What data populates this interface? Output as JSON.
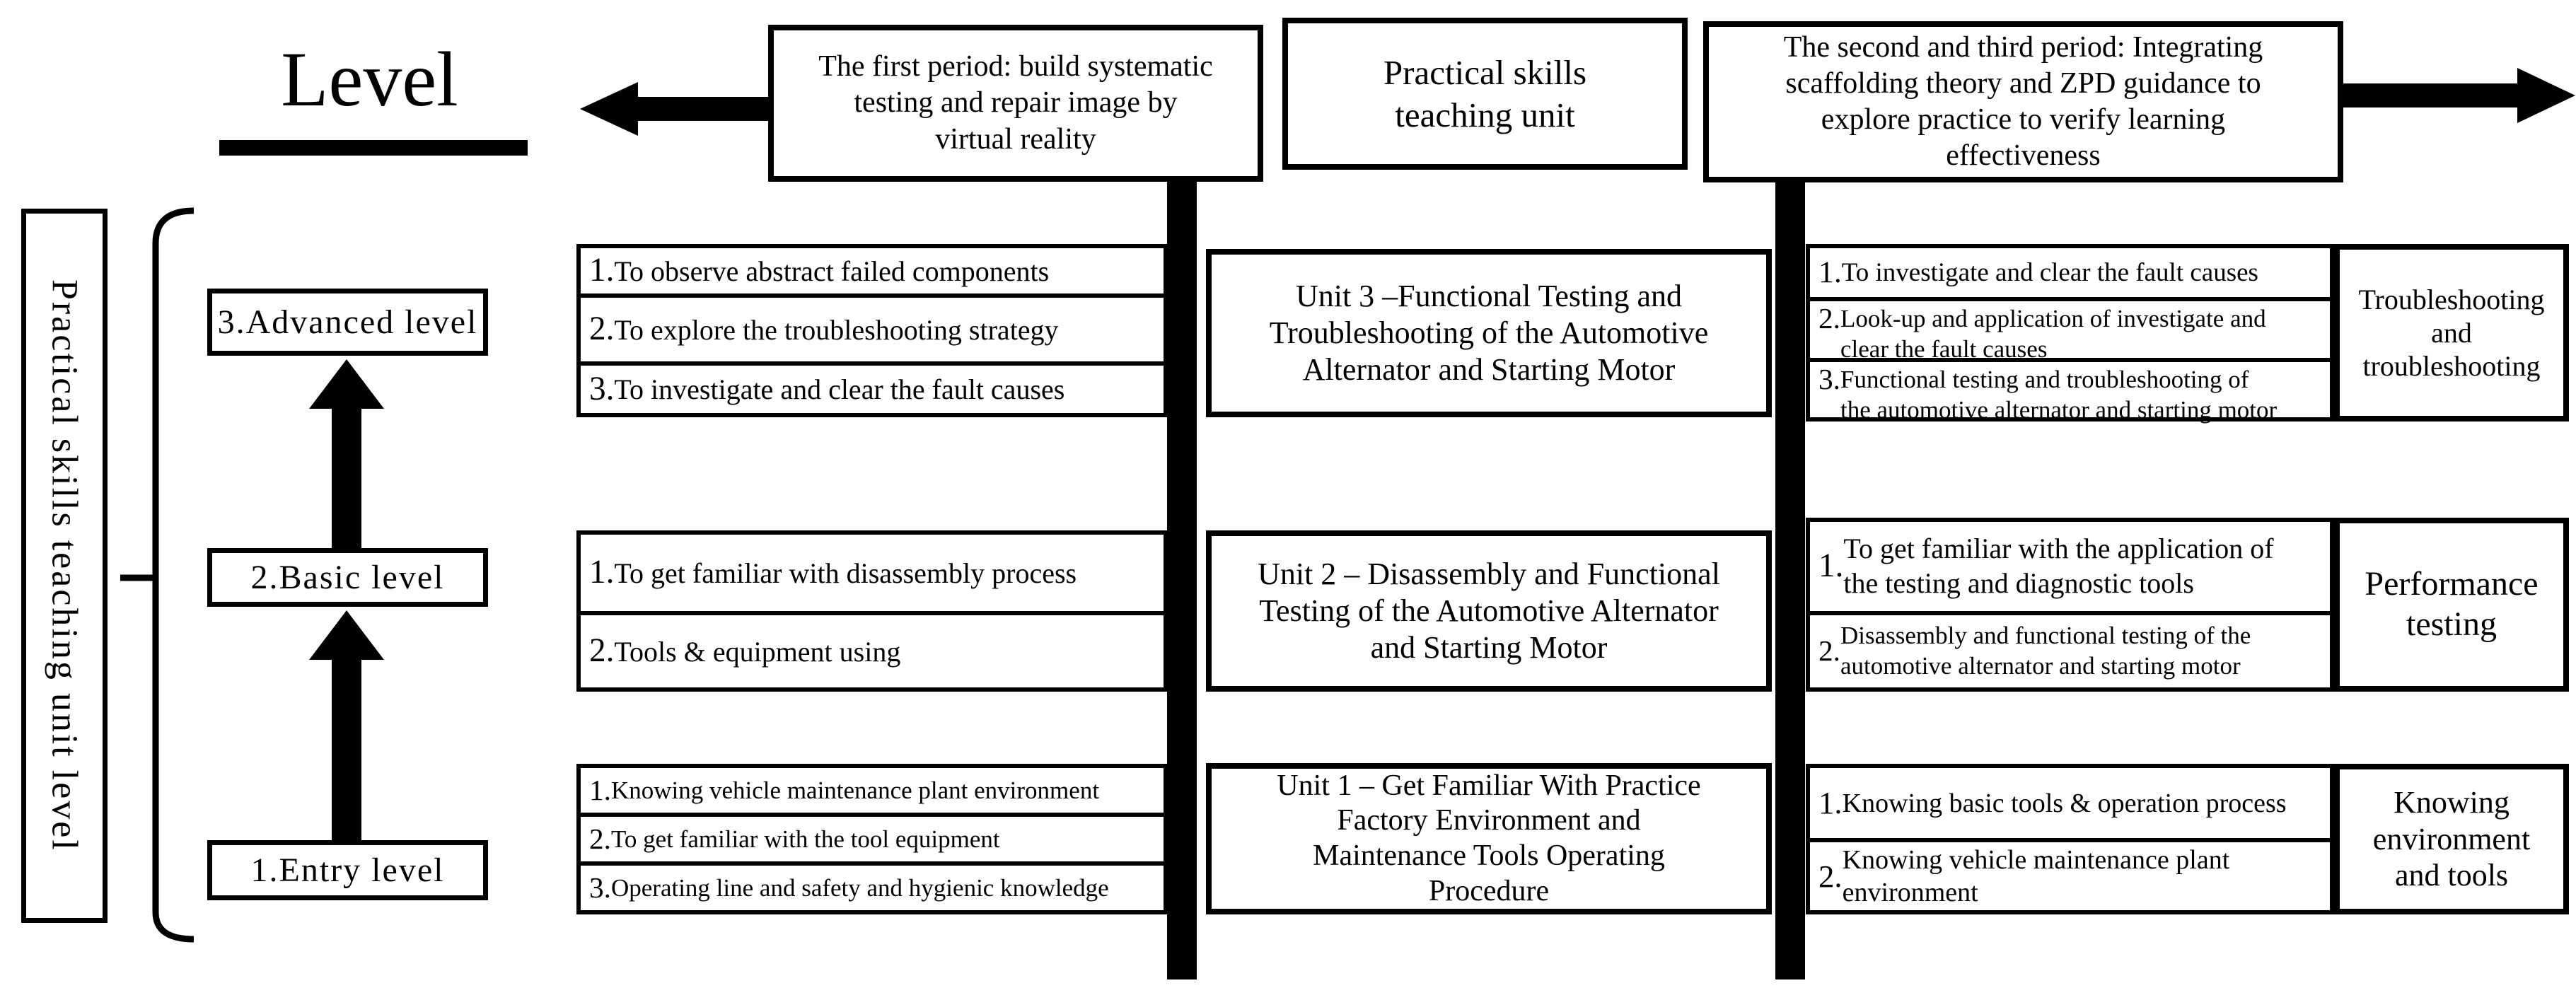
{
  "axis": {
    "title": "Level",
    "side_label": "Practical skills teaching unit level"
  },
  "top_headers": {
    "first_period": "The first period: build systematic\ntesting and repair image by\nvirtual reality",
    "center": "Practical skills\nteaching unit",
    "second_period": "The second and third period: Integrating\nscaffolding theory and ZPD guidance to\nexplore practice to verify learning\neffectiveness"
  },
  "levels": {
    "advanced": "3.Advanced level",
    "basic": "2.Basic level",
    "entry": "1.Entry level"
  },
  "groups": {
    "advanced": {
      "left_items": [
        {
          "num": "1.",
          "text": "To observe abstract failed components"
        },
        {
          "num": "2.",
          "text": "To explore the troubleshooting strategy"
        },
        {
          "num": "3.",
          "text": "To investigate and clear the fault causes"
        }
      ],
      "unit": "Unit 3 –Functional Testing and\nTroubleshooting of the Automotive\nAlternator and Starting Motor",
      "right_items": [
        {
          "num": "1.",
          "text": "To investigate and clear the fault causes"
        },
        {
          "num": "2.",
          "text": "Look-up and application of investigate and\nclear the fault causes"
        },
        {
          "num": "3.",
          "text": "Functional testing and troubleshooting of\nthe automotive alternator and starting motor"
        }
      ],
      "category": "Troubleshooting\nand\ntroubleshooting"
    },
    "basic": {
      "left_items": [
        {
          "num": "1.",
          "text": "To get familiar with disassembly process"
        },
        {
          "num": "2.",
          "text": "Tools & equipment using"
        }
      ],
      "unit": "Unit 2 – Disassembly and Functional\nTesting of the Automotive Alternator\nand Starting Motor",
      "right_items": [
        {
          "num": "1.",
          "text": "To get familiar with the application of\nthe testing and diagnostic tools"
        },
        {
          "num": "2.",
          "text": "Disassembly and functional testing of the\nautomotive alternator and starting motor"
        }
      ],
      "category": "Performance\ntesting"
    },
    "entry": {
      "left_items": [
        {
          "num": "1.",
          "text": "Knowing vehicle maintenance plant environment"
        },
        {
          "num": "2.",
          "text": "To get familiar with the tool equipment"
        },
        {
          "num": "3.",
          "text": "Operating line and safety and hygienic knowledge"
        }
      ],
      "unit": "Unit 1 – Get Familiar With Practice\nFactory Environment and\nMaintenance Tools Operating\nProcedure",
      "right_items": [
        {
          "num": "1.",
          "text": "Knowing basic tools & operation process"
        },
        {
          "num": "2.",
          "text": "Knowing vehicle maintenance plant\nenvironment"
        }
      ],
      "category": "Knowing\nenvironment\nand tools"
    }
  },
  "colors": {
    "ink": "#000000",
    "paper": "#ffffff"
  }
}
